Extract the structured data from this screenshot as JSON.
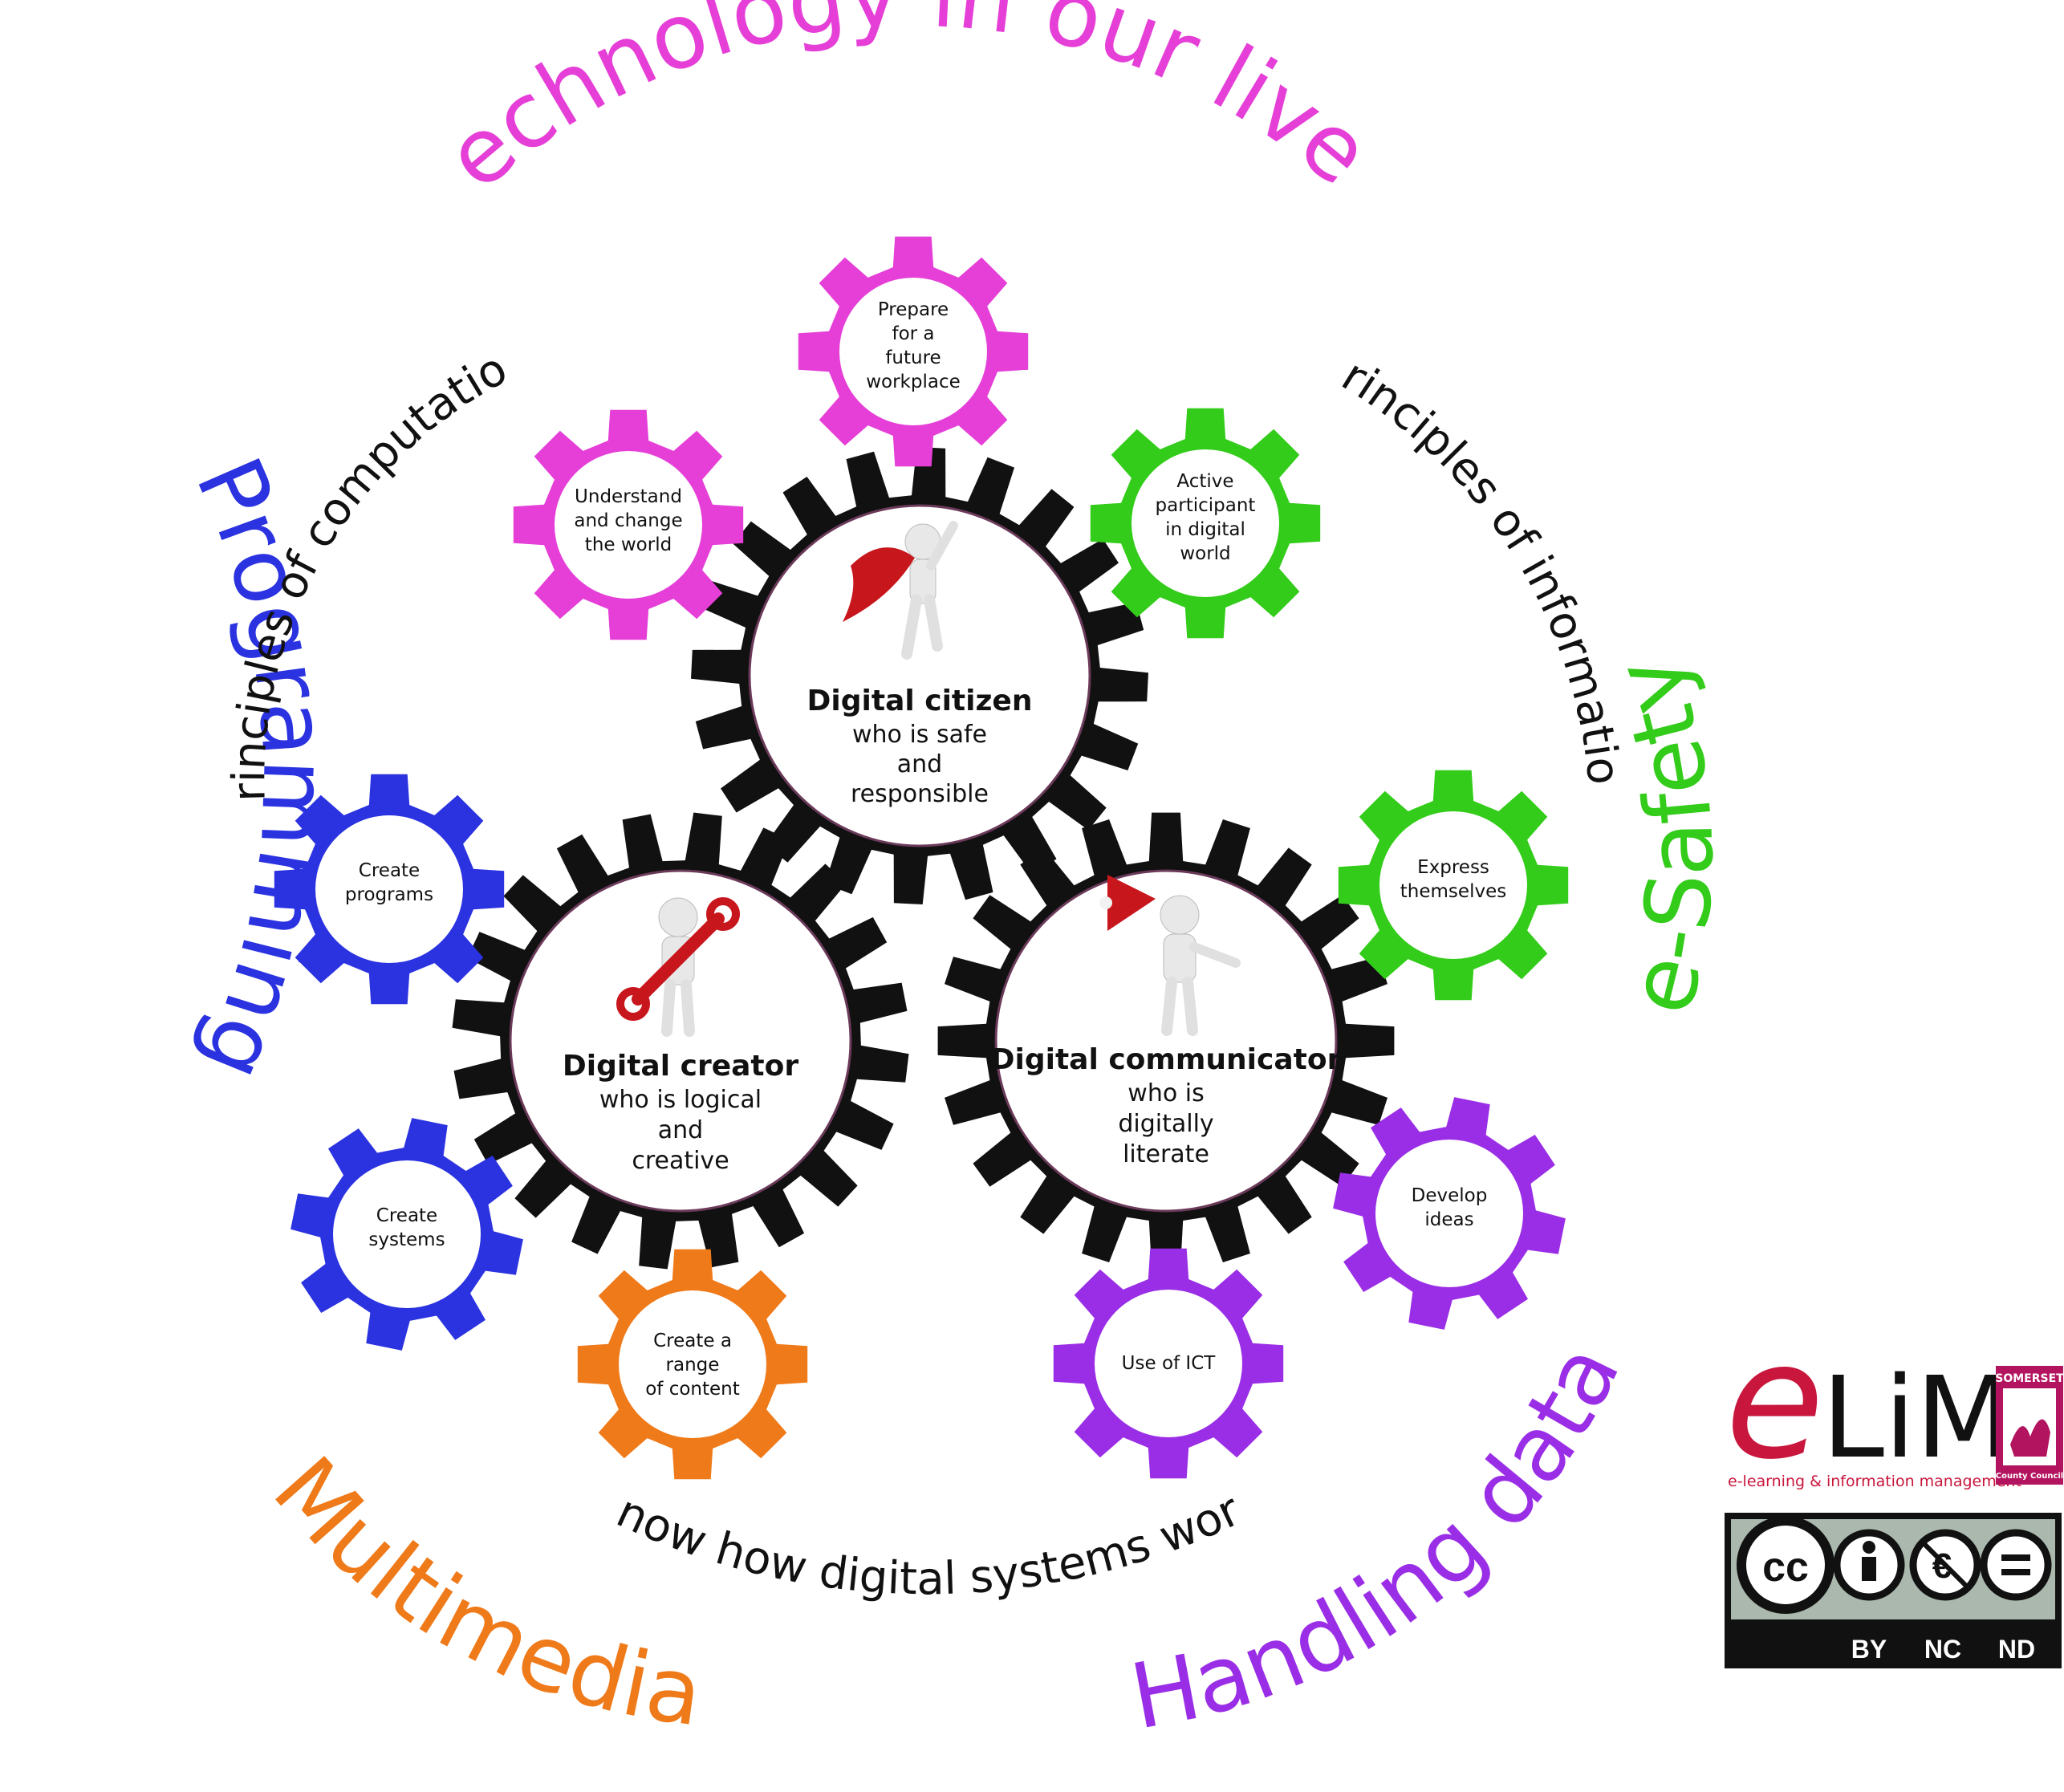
{
  "colors": {
    "magenta": "#e53fd8",
    "green": "#33cc1a",
    "blue": "#2b33e0",
    "orange": "#ef7a1a",
    "purple": "#9a2ee6",
    "black": "#111111"
  },
  "headings": {
    "top": "Technology in our lives",
    "left": "Programming",
    "right": "e-Safety",
    "bottom_left": "Multimedia",
    "bottom_right": "Handling data"
  },
  "principles": {
    "computation": "Principles of computation",
    "information": "Principles of information",
    "systems": "Know how digital systems work"
  },
  "central_gears": {
    "citizen": {
      "title": "Digital citizen",
      "lines": [
        "who is safe",
        "and",
        "responsible"
      ],
      "icon": "superhero-figure-icon"
    },
    "creator": {
      "title": "Digital creator",
      "lines": [
        "who is logical",
        "and",
        "creative"
      ],
      "icon": "wrench-figure-icon"
    },
    "communicator": {
      "title": "Digital communicator",
      "lines": [
        "who is",
        "digitally",
        "literate"
      ],
      "icon": "megaphone-figure-icon"
    }
  },
  "small_gears": {
    "prepare": [
      "Prepare",
      "for a",
      "future",
      "workplace"
    ],
    "understand": [
      "Understand",
      "and change",
      "the world"
    ],
    "active": [
      "Active",
      "participant",
      "in digital",
      "world"
    ],
    "create_programs": [
      "Create",
      "programs"
    ],
    "create_systems": [
      "Create",
      "systems"
    ],
    "create_content": [
      "Create a",
      "range",
      "of content"
    ],
    "express": [
      "Express",
      "themselves"
    ],
    "develop": [
      "Develop",
      "ideas"
    ],
    "use_ict": [
      "Use of ICT"
    ]
  },
  "logo": {
    "letter": "e",
    "name": "LiM",
    "tagline": "e-learning & information management",
    "council_top": "SOMERSET",
    "council_bottom": "County Council"
  },
  "license": {
    "cc": "cc",
    "labels": [
      "BY",
      "NC",
      "ND"
    ]
  }
}
